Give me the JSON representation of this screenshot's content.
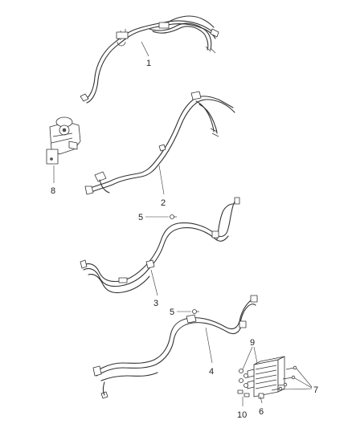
{
  "callouts": {
    "c1": "1",
    "c2": "2",
    "c3": "3",
    "c4": "4",
    "c5a": "5",
    "c5b": "5",
    "c6": "6",
    "c7": "7",
    "c8": "8",
    "c9": "9",
    "c10": "10"
  }
}
